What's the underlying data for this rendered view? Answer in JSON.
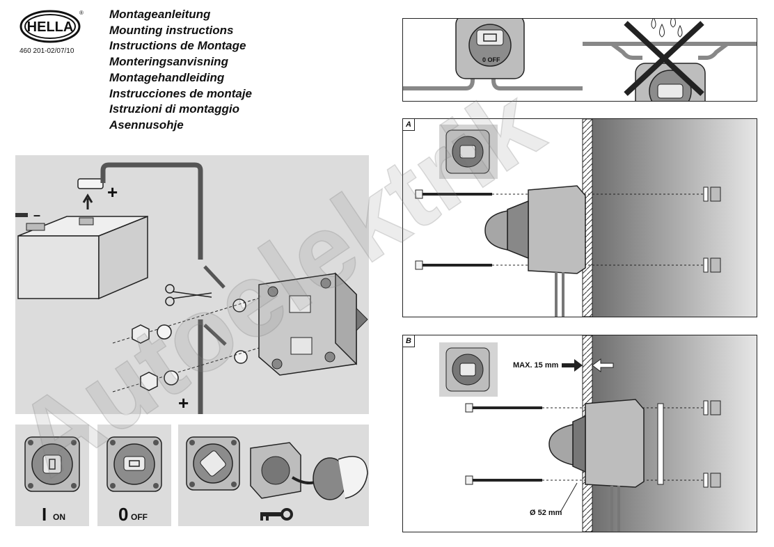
{
  "header": {
    "logo_text": "HELLA",
    "registered_mark": "®",
    "doc_number": "460 201-02/07/10",
    "titles": [
      "Montageanleitung",
      "Mounting instructions",
      "Instructions de Montage",
      "Monteringsanvisning",
      "Montagehandleiding",
      "Instrucciones de montaje",
      "Istruzioni di montaggio",
      "Asennusohje"
    ]
  },
  "wiring": {
    "minus": "–",
    "plus_top": "+",
    "plus_bottom": "+"
  },
  "switch_positions": {
    "on_number": "I",
    "on_label": "ON",
    "off_number": "0",
    "off_label": "OFF",
    "off_knob_text": "0 OFF"
  },
  "panel_a": {
    "label": "A"
  },
  "panel_b": {
    "label": "B",
    "max_thickness": "MAX. 15 mm",
    "hole_diameter": "Ø 52 mm"
  },
  "watermark": "Autoelektrik",
  "colors": {
    "panel_bg": "#dcdcdc",
    "wall": "#8c8c8c",
    "line": "#222222"
  }
}
